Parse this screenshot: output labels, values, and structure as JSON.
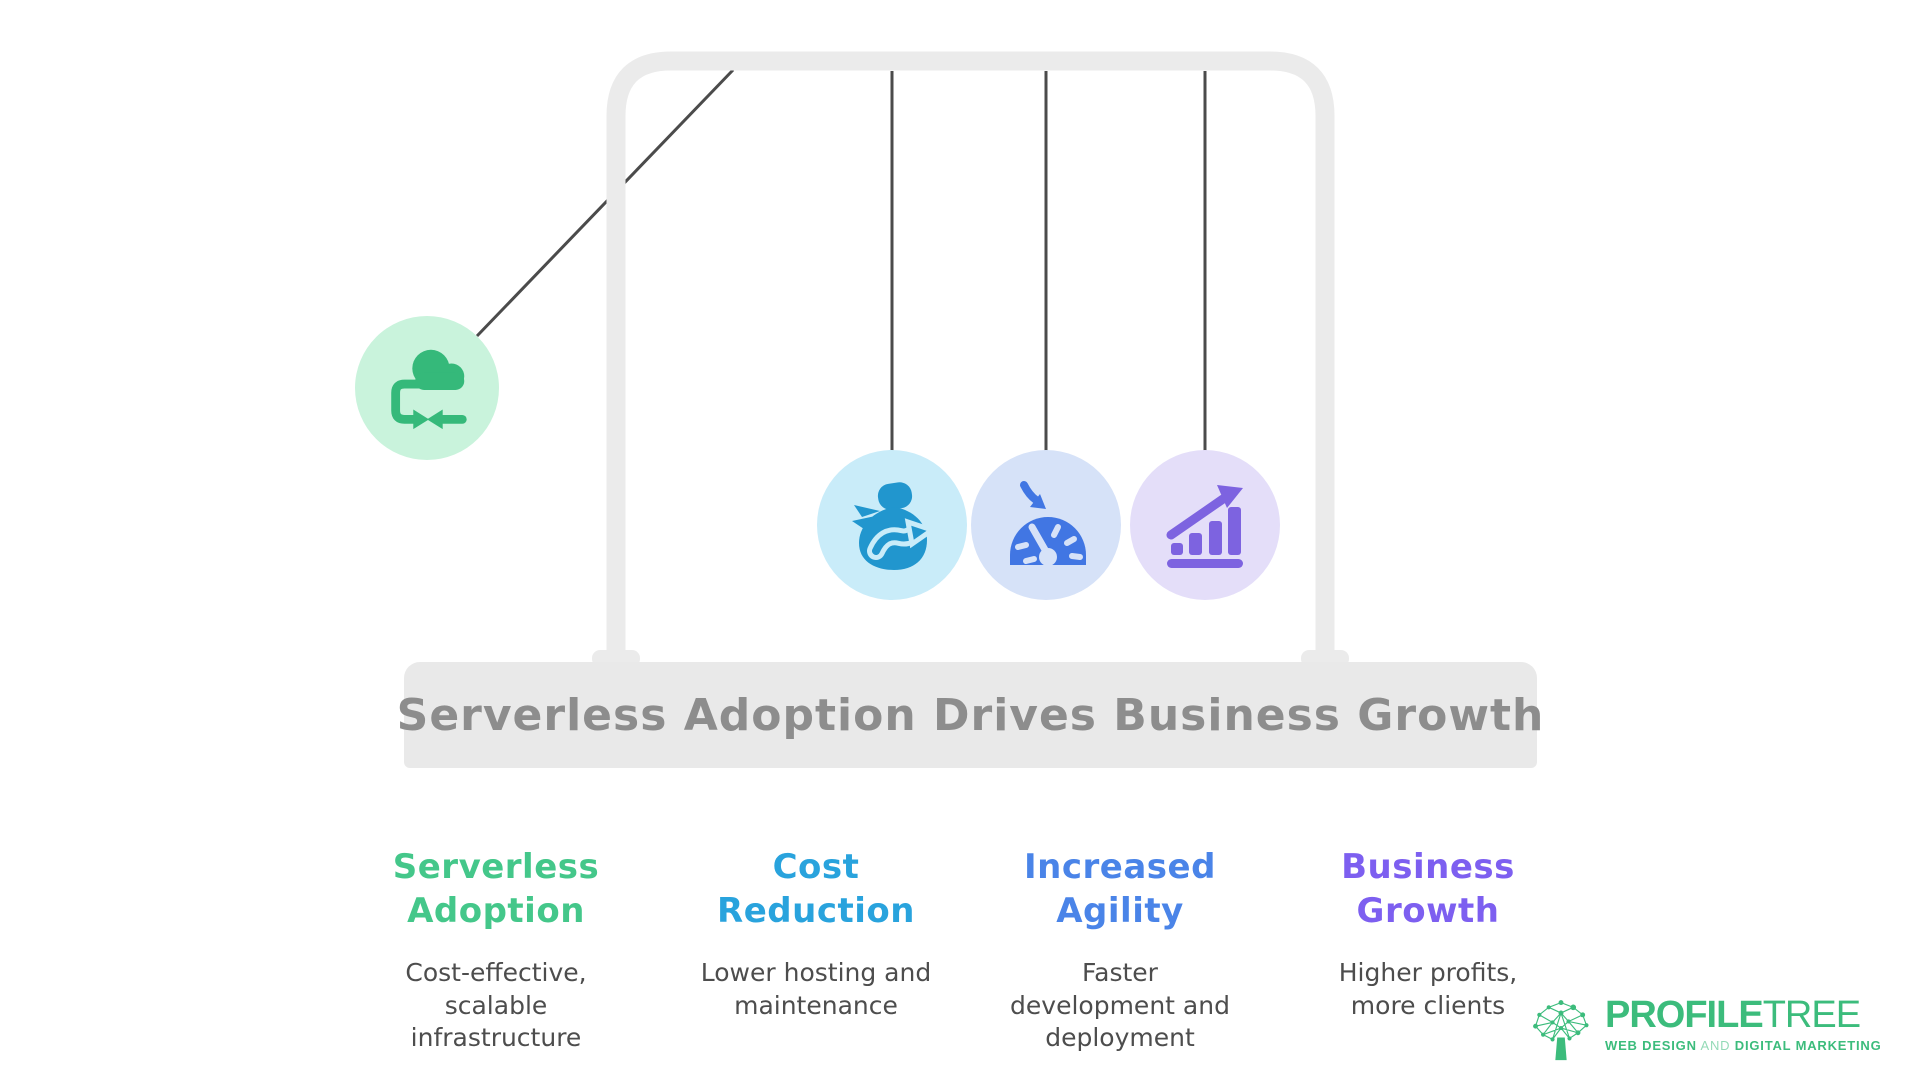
{
  "title_bar": {
    "label": "Serverless Adoption Drives Business Growth"
  },
  "pendulum": {
    "frame_color": "#ebebeb",
    "string_color": "#4b4b4b",
    "swing_ball": {
      "icon": "cloud-merge-icon",
      "bg": "#c9f3dc",
      "icon_color": "#35b97a"
    },
    "balls": [
      {
        "icon": "money-bag-icon",
        "bg": "#c9ecf9",
        "icon_color": "#2196ce"
      },
      {
        "icon": "speedometer-icon",
        "bg": "#d6e2f8",
        "icon_color": "#4176e3"
      },
      {
        "icon": "growth-chart-icon",
        "bg": "#e4def9",
        "icon_color": "#7d63e0"
      }
    ]
  },
  "columns": [
    {
      "heading": "Serverless\nAdoption",
      "heading_color": "#44c78a",
      "description": "Cost-effective,\nscalable\ninfrastructure"
    },
    {
      "heading": "Cost\nReduction",
      "heading_color": "#29a3dd",
      "description": "Lower hosting and\nmaintenance"
    },
    {
      "heading": "Increased\nAgility",
      "heading_color": "#4a84e8",
      "description": "Faster\ndevelopment and\ndeployment"
    },
    {
      "heading": "Business\nGrowth",
      "heading_color": "#7d5ff0",
      "description": "Higher profits,\nmore clients"
    }
  ],
  "logo": {
    "brand_bold": "PROFILE",
    "brand_light": "TREE",
    "tagline_left": "WEB DESIGN",
    "tagline_and": " AND ",
    "tagline_right": "DIGITAL MARKETING",
    "color": "#3cbc7c"
  }
}
